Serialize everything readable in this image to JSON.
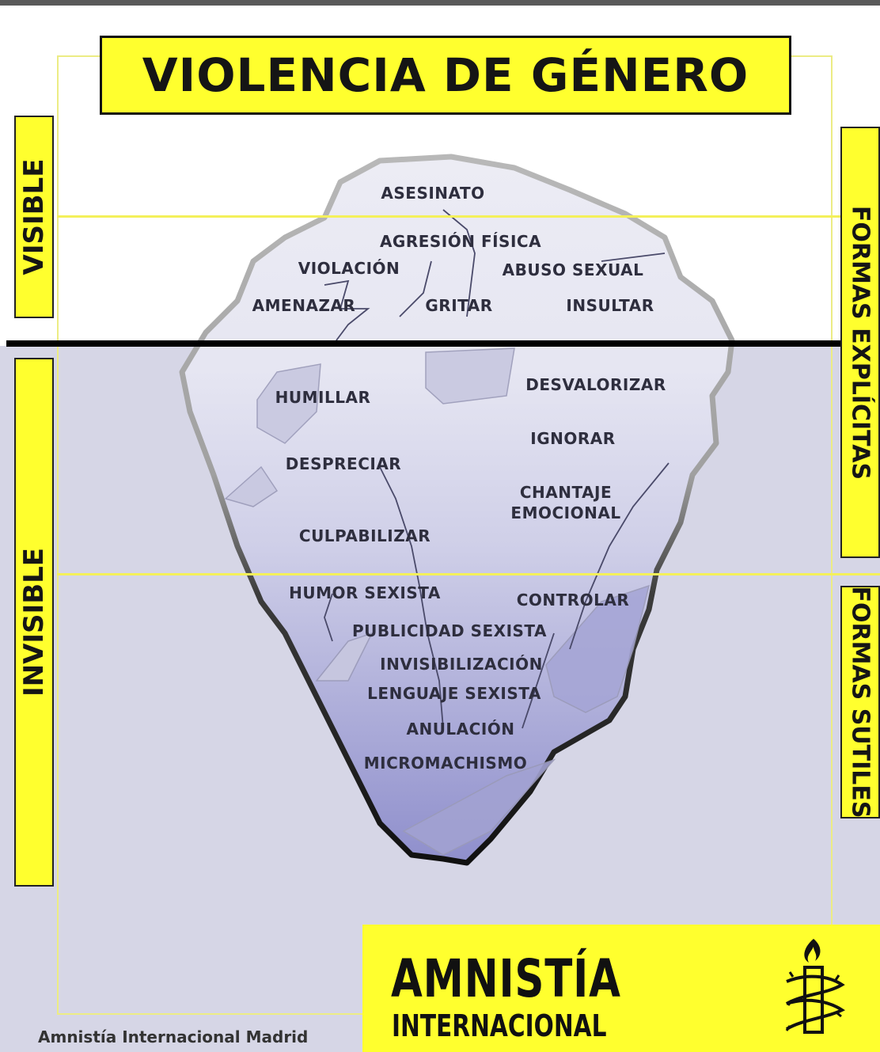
{
  "title": "VIOLENCIA DE GÉNERO",
  "left_labels": {
    "visible": "VISIBLE",
    "invisible": "INVISIBLE"
  },
  "right_labels": {
    "explicit": "FORMAS EXPLÍCITAS",
    "subtle": "FORMAS SUTILES"
  },
  "iceberg": {
    "above_water": [
      "ASESINATO",
      "AGRESIÓN FÍSICA",
      "VIOLACIÓN",
      "ABUSO SEXUAL",
      "AMENAZAR",
      "GRITAR",
      "INSULTAR"
    ],
    "below_explicit": [
      "HUMILLAR",
      "DESVALORIZAR",
      "IGNORAR",
      "DESPRECIAR",
      "CHANTAJE EMOCIONAL",
      "CULPABILIZAR"
    ],
    "below_subtle": [
      "HUMOR SEXISTA",
      "CONTROLAR",
      "PUBLICIDAD SEXISTA",
      "INVISIBILIZACIÓN",
      "LENGUAJE SEXISTA",
      "ANULACIÓN",
      "MICROMACHISMO"
    ]
  },
  "logo": {
    "name": "AMNISTÍA",
    "sub": "INTERNACIONAL",
    "icon": "candle-barbed-wire-icon"
  },
  "credit": "Amnistía Internacional Madrid",
  "colors": {
    "yellow": "#ffff2e",
    "ice_top": "#ececf4",
    "ice_bottom": "#8f8fcc",
    "water": "#d6d6e6"
  }
}
